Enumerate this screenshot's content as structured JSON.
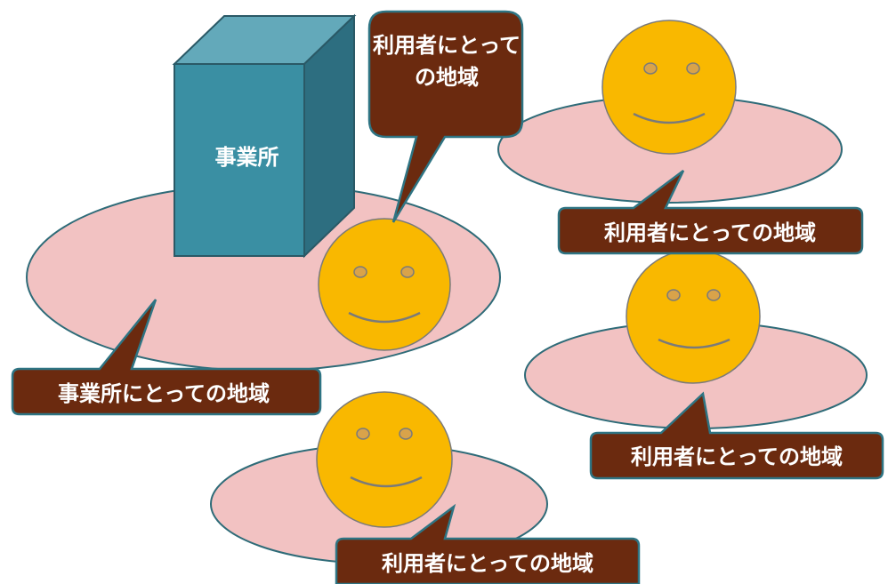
{
  "colors": {
    "ellipse_fill": "#f2c2c2",
    "ellipse_stroke": "#2e6b78",
    "face_fill": "#f9b800",
    "face_stroke": "#7a7a7a",
    "eye_fill": "#d9a34a",
    "label_fill": "#6b2a0f",
    "label_stroke": "#2e7483",
    "building_front": "#3a8fa3",
    "building_top": "#63a9ba",
    "building_side": "#2d6e80",
    "building_stroke": "#2a5966"
  },
  "labels": {
    "building": "事業所",
    "user_bubble": "利用者にとっての地域",
    "office_area": "事業所にとっての地域",
    "user_area_a": "利用者にとっての地域",
    "user_area_b": "利用者にとっての地域",
    "user_area_c": "利用者にとっての地域"
  }
}
